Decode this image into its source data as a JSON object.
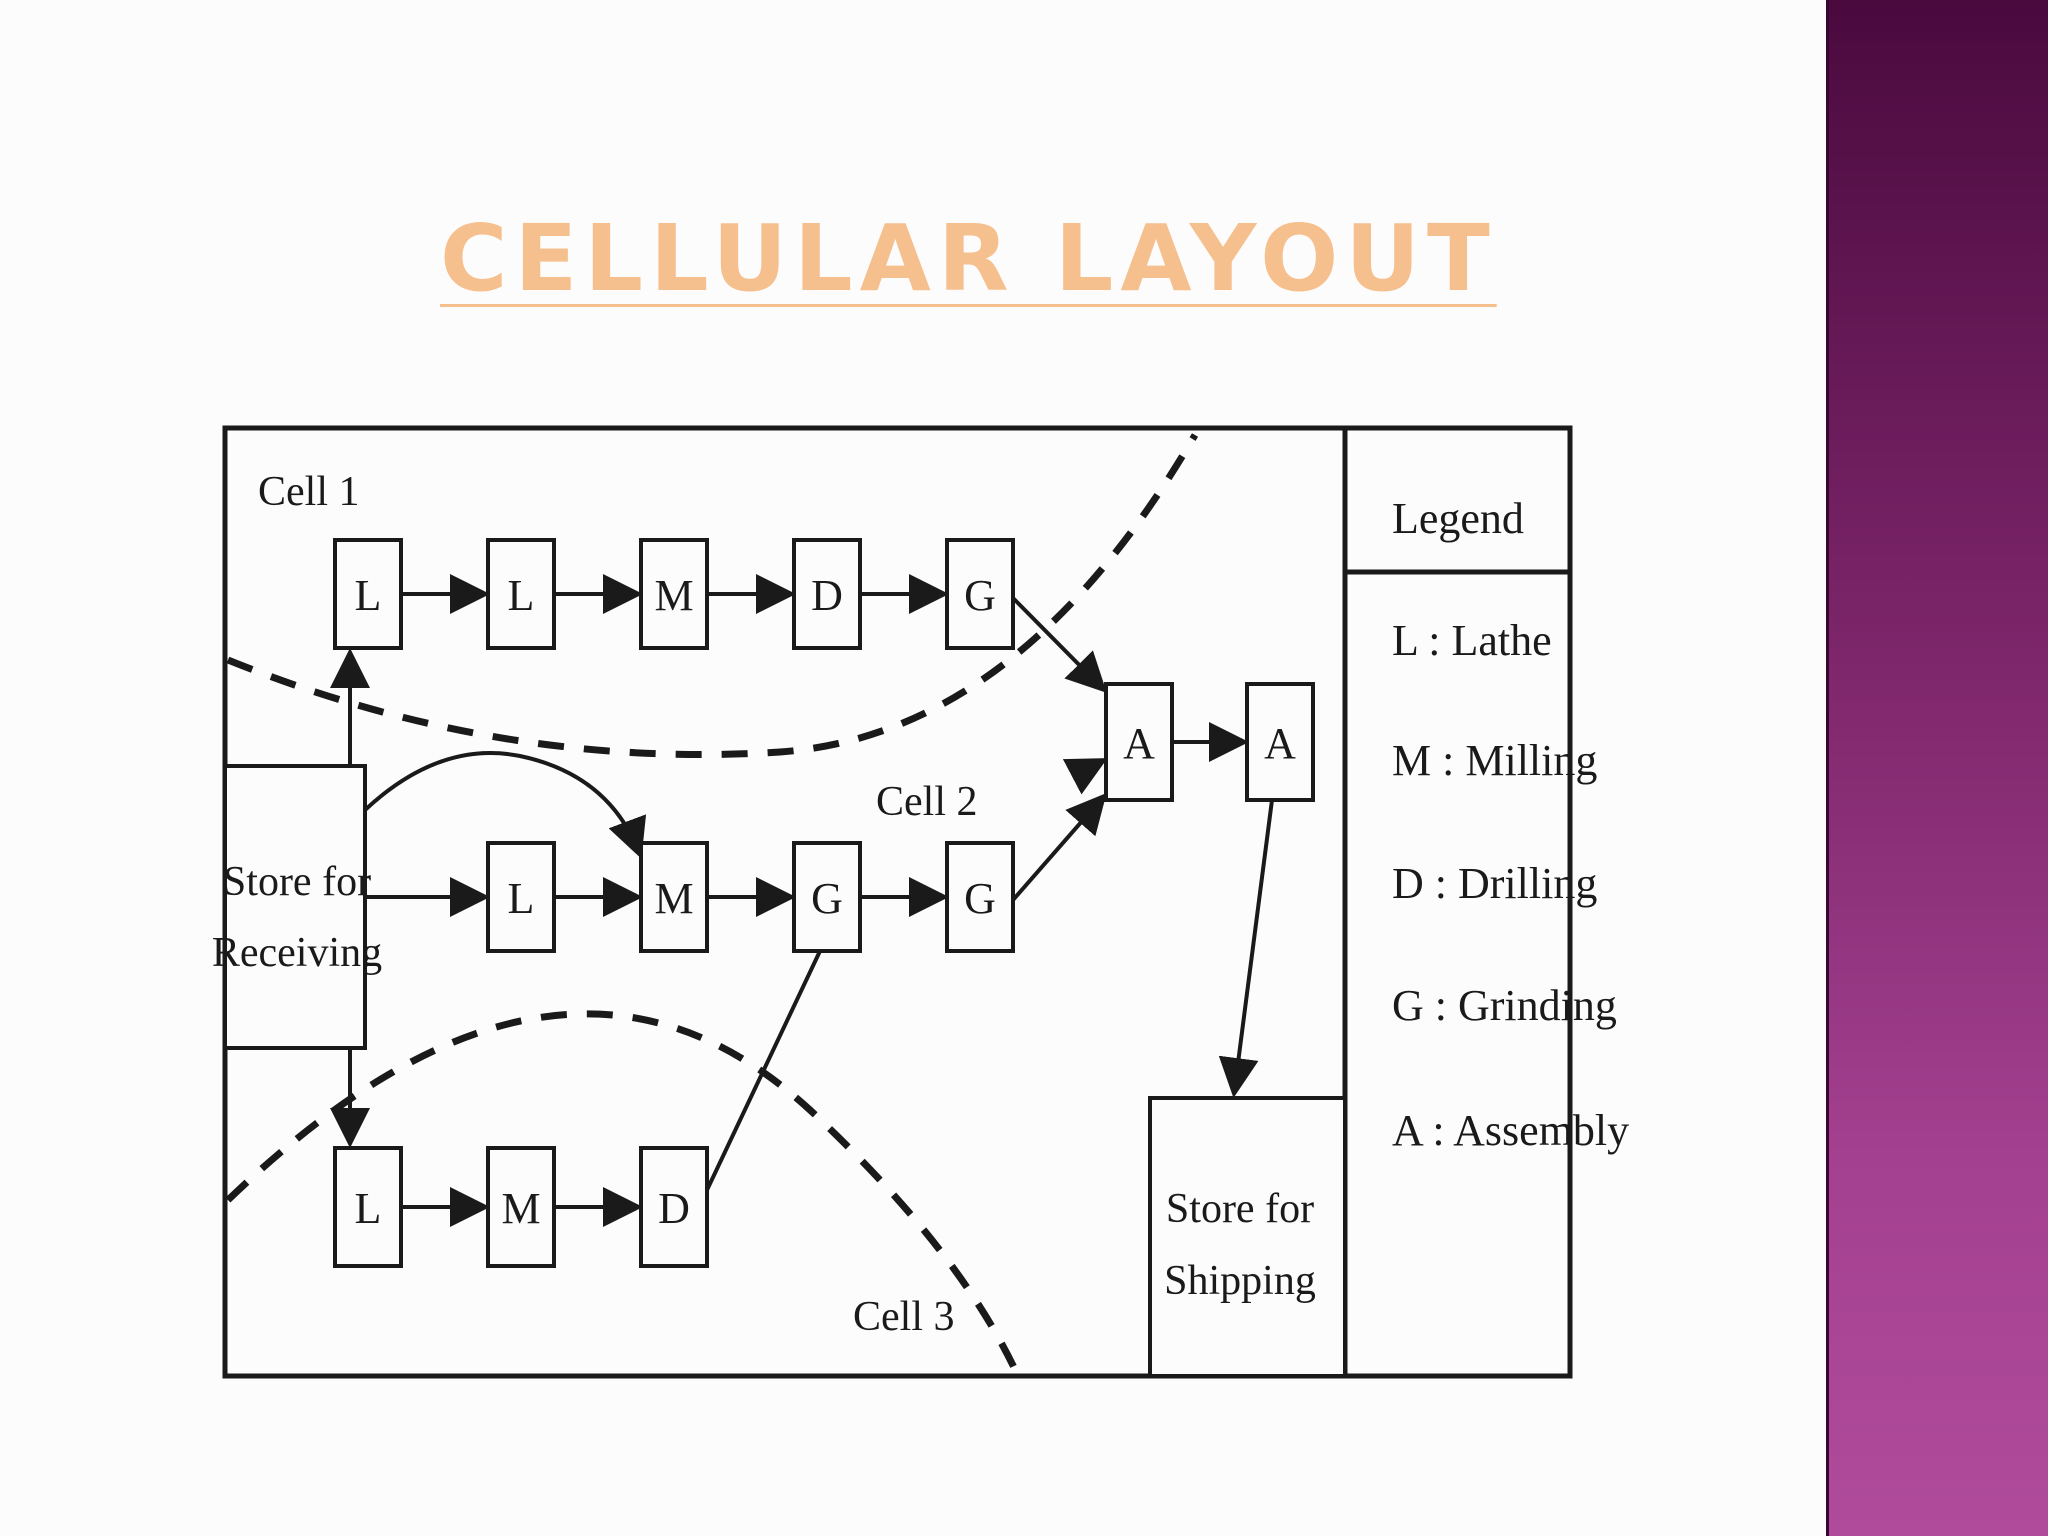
{
  "slide": {
    "title": "CELLULAR LAYOUT",
    "accent_color": "#f6c08e",
    "sidebar_colors": [
      "#4a0a3e",
      "#b04b9b"
    ]
  },
  "diagram": {
    "cells": {
      "cell1": "Cell 1",
      "cell2": "Cell 2",
      "cell3": "Cell 3"
    },
    "stores": {
      "receiving": [
        "Store for",
        "Receiving"
      ],
      "shipping": [
        "Store for",
        "Shipping"
      ]
    },
    "nodes": {
      "c1": [
        "L",
        "L",
        "M",
        "D",
        "G"
      ],
      "c2": [
        "L",
        "M",
        "G",
        "G"
      ],
      "c3": [
        "L",
        "M",
        "D"
      ],
      "assembly": [
        "A",
        "A"
      ]
    },
    "legend": {
      "title": "Legend",
      "items": [
        "L : Lathe",
        "M : Milling",
        "D : Drilling",
        "G : Grinding",
        "A : Assembly"
      ]
    }
  }
}
